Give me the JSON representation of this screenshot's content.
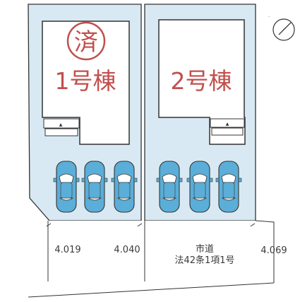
{
  "lots": [
    {
      "building_label": "1号棟",
      "stamp": "済"
    },
    {
      "building_label": "2号棟",
      "stamp": ""
    }
  ],
  "road": {
    "name": "市道",
    "designation": "法42条1項1号"
  },
  "widths": [
    "4.019",
    "4.040",
    "4.069"
  ],
  "north_arrow_icon": "north-arrow-icon",
  "car_icon": "car-icon",
  "car_count": 6,
  "colors": {
    "lot_fill": "#d9e9f3",
    "outline": "#333333",
    "label_red": "#c0504d",
    "car_blue": "#5aaed8",
    "road": "#ffffff"
  }
}
